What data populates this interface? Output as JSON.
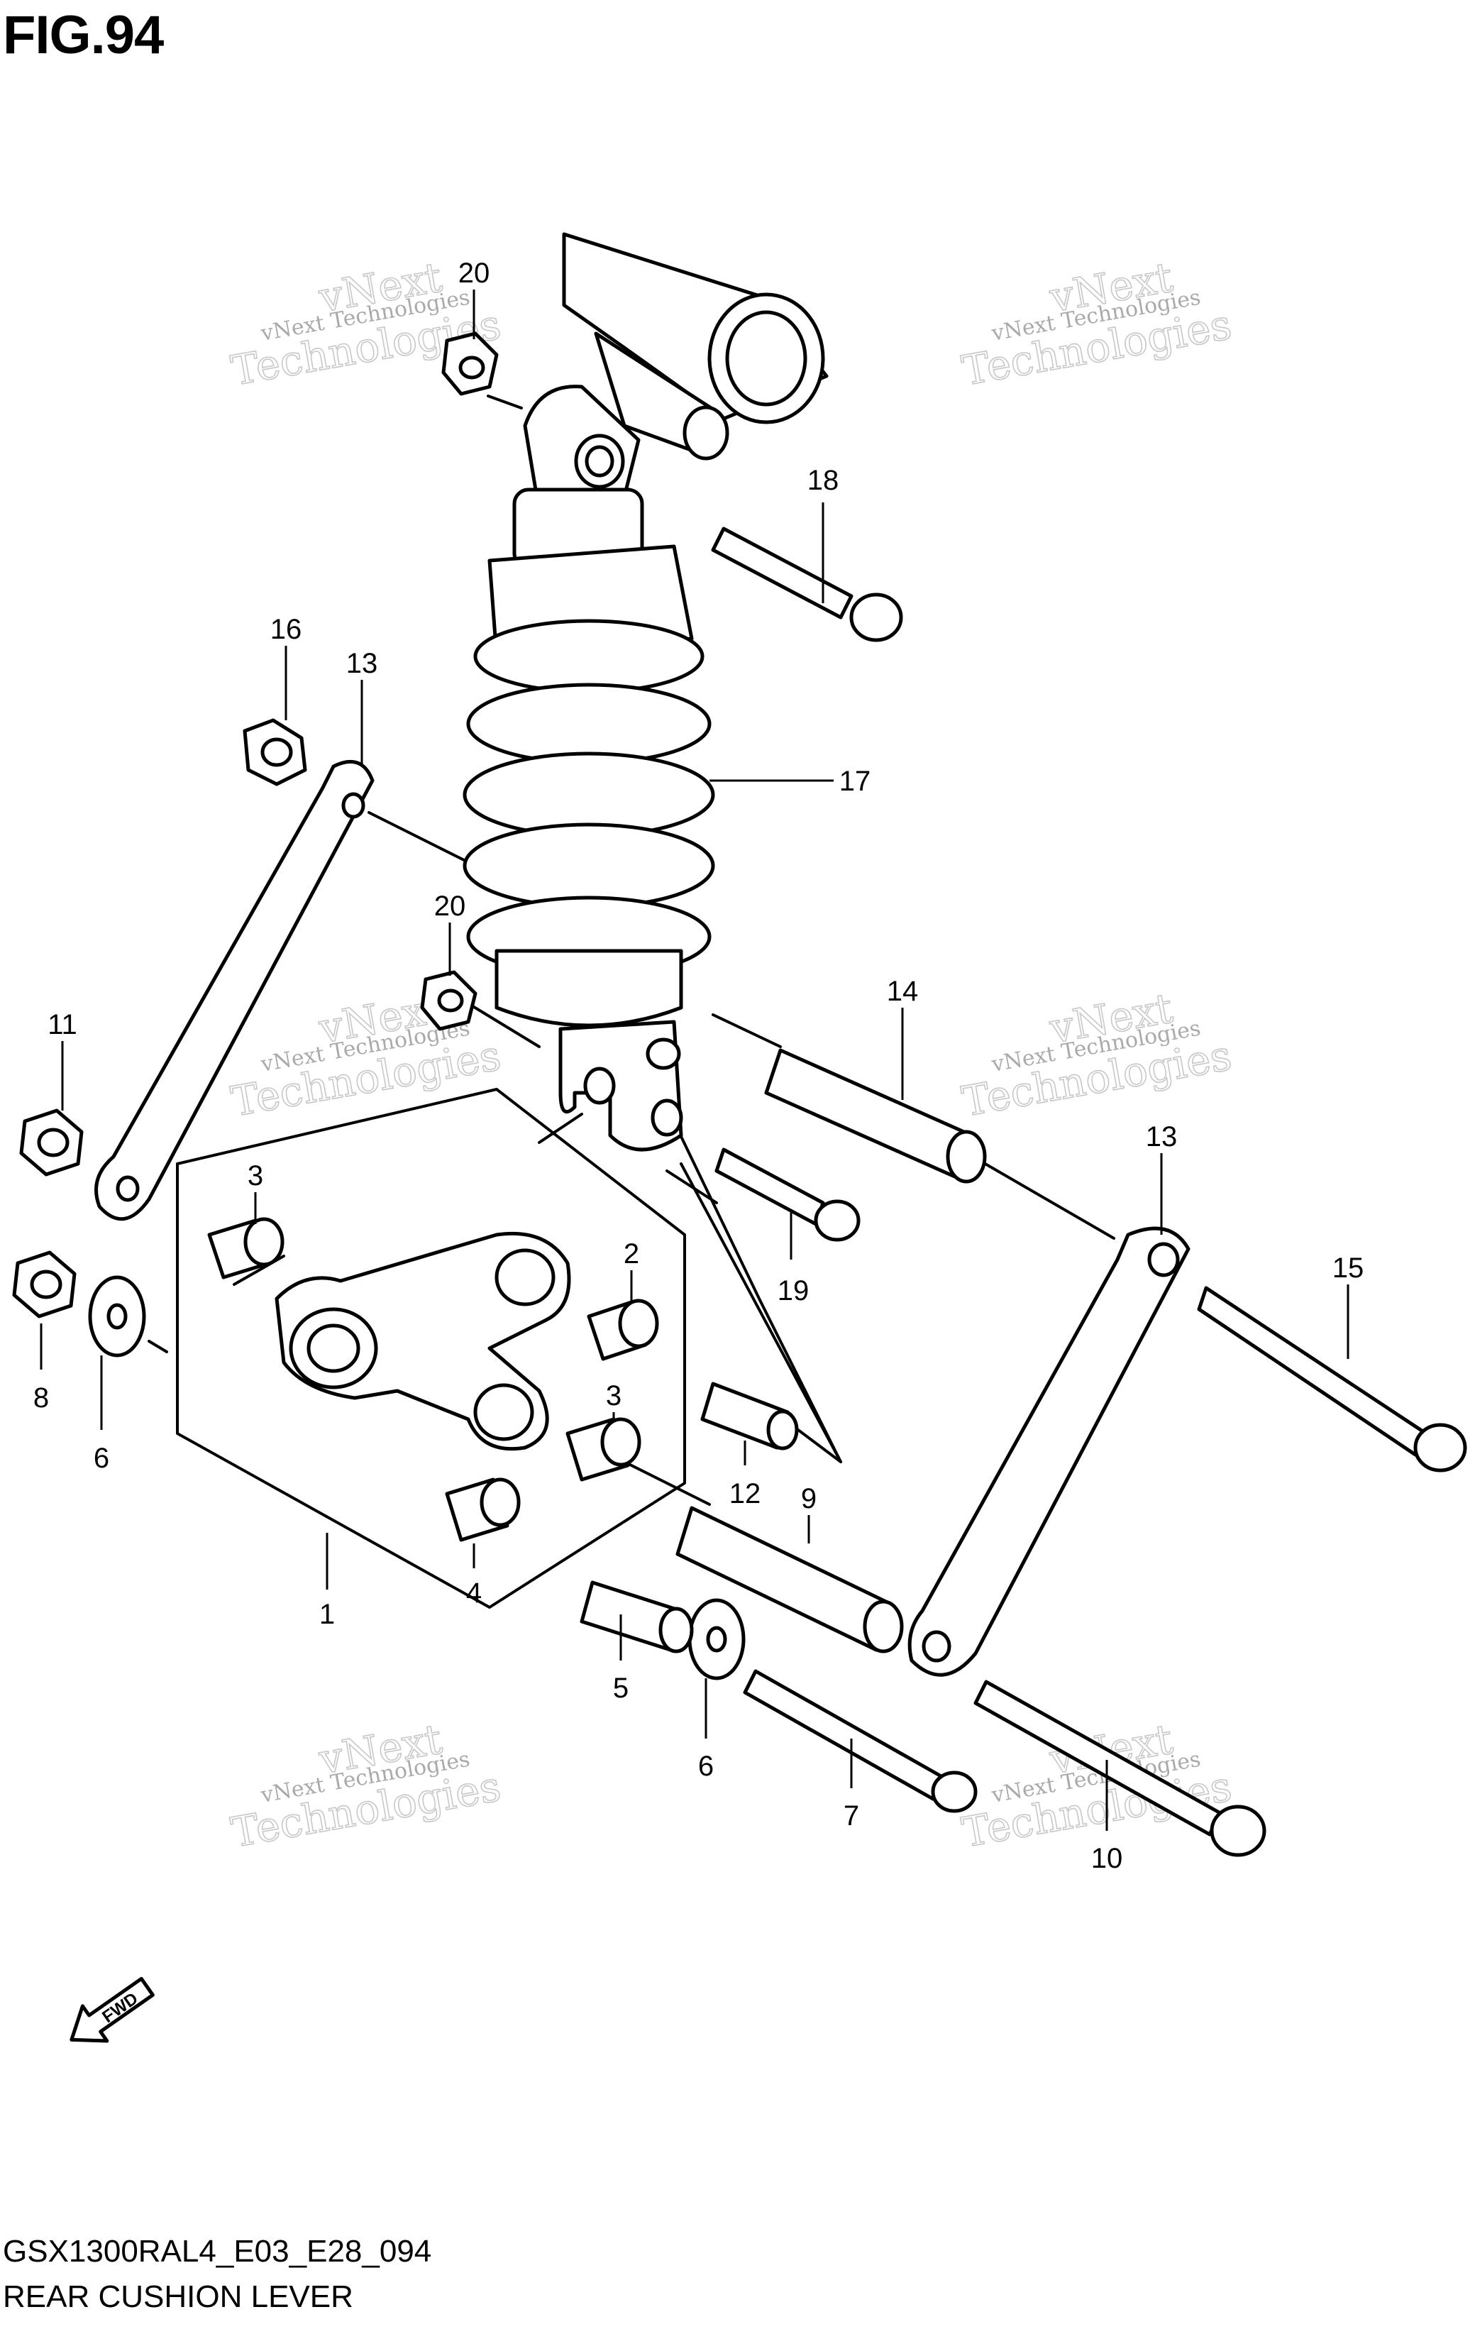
{
  "figure": {
    "title": "FIG.94",
    "code": "GSX1300RAL4_E03_E28_094",
    "caption": "REAR CUSHION LEVER"
  },
  "watermark": {
    "line1": "vNext Technologies",
    "line2a": "vNext",
    "line2b": "Technologies"
  },
  "fwd_label": "FWD",
  "callouts": [
    {
      "id": "c20a",
      "label": "20"
    },
    {
      "id": "c18",
      "label": "18"
    },
    {
      "id": "c16",
      "label": "16"
    },
    {
      "id": "c13a",
      "label": "13"
    },
    {
      "id": "c17",
      "label": "17"
    },
    {
      "id": "c20b",
      "label": "20"
    },
    {
      "id": "c11",
      "label": "11"
    },
    {
      "id": "c14",
      "label": "14"
    },
    {
      "id": "c13b",
      "label": "13"
    },
    {
      "id": "c3a",
      "label": "3"
    },
    {
      "id": "c2",
      "label": "2"
    },
    {
      "id": "c19",
      "label": "19"
    },
    {
      "id": "c8",
      "label": "8"
    },
    {
      "id": "c6a",
      "label": "6"
    },
    {
      "id": "c3b",
      "label": "3"
    },
    {
      "id": "c15",
      "label": "15"
    },
    {
      "id": "c12",
      "label": "12"
    },
    {
      "id": "c9",
      "label": "9"
    },
    {
      "id": "c4",
      "label": "4"
    },
    {
      "id": "c1",
      "label": "1"
    },
    {
      "id": "c5",
      "label": "5"
    },
    {
      "id": "c6b",
      "label": "6"
    },
    {
      "id": "c7",
      "label": "7"
    },
    {
      "id": "c10",
      "label": "10"
    }
  ]
}
